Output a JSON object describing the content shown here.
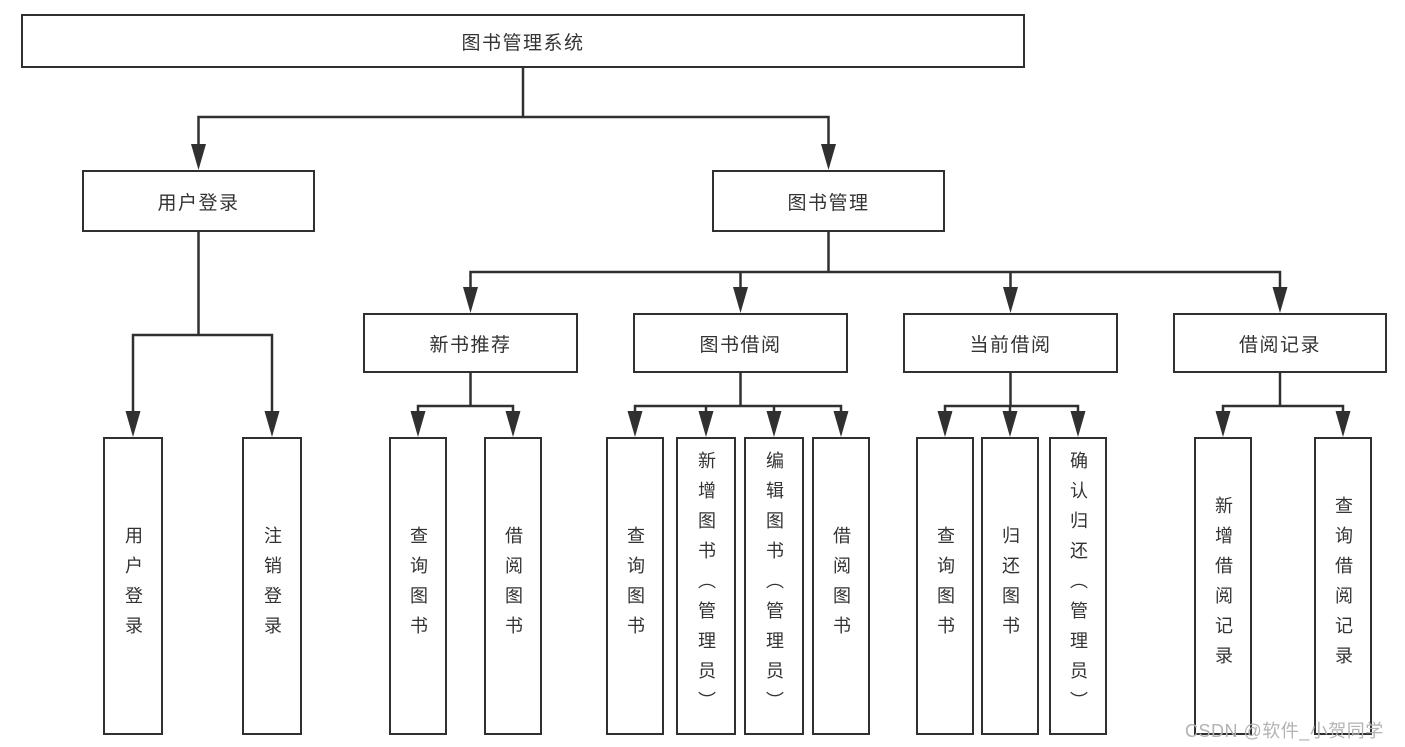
{
  "nodes": {
    "root": "图书管理系统",
    "user_login": "用户登录",
    "book_mgmt": "图书管理",
    "new_book_rec": "新书推荐",
    "book_borrow": "图书借阅",
    "current_borrow": "当前借阅",
    "borrow_record": "借阅记录",
    "leaf_user_login": "用户登录",
    "leaf_logout": "注销登录",
    "nb_query_books": "查询图书",
    "nb_borrow_books": "借阅图书",
    "bb_query_books": "查询图书",
    "bb_add_books": "新增图书（管理员）",
    "bb_edit_books": "编辑图书（管理员）",
    "bb_borrow_books": "借阅图书",
    "cb_query_books": "查询图书",
    "cb_return_books": "归还图书",
    "cb_confirm_return": "确认归还（管理员）",
    "br_add_record": "新增借阅记录",
    "br_query_record": "查询借阅记录"
  },
  "watermark": "CSDN @软件_小贺同学",
  "colors": {
    "line": "#303030",
    "text": "#333333",
    "watermark": "#b3b3b3",
    "background": "#ffffff"
  }
}
